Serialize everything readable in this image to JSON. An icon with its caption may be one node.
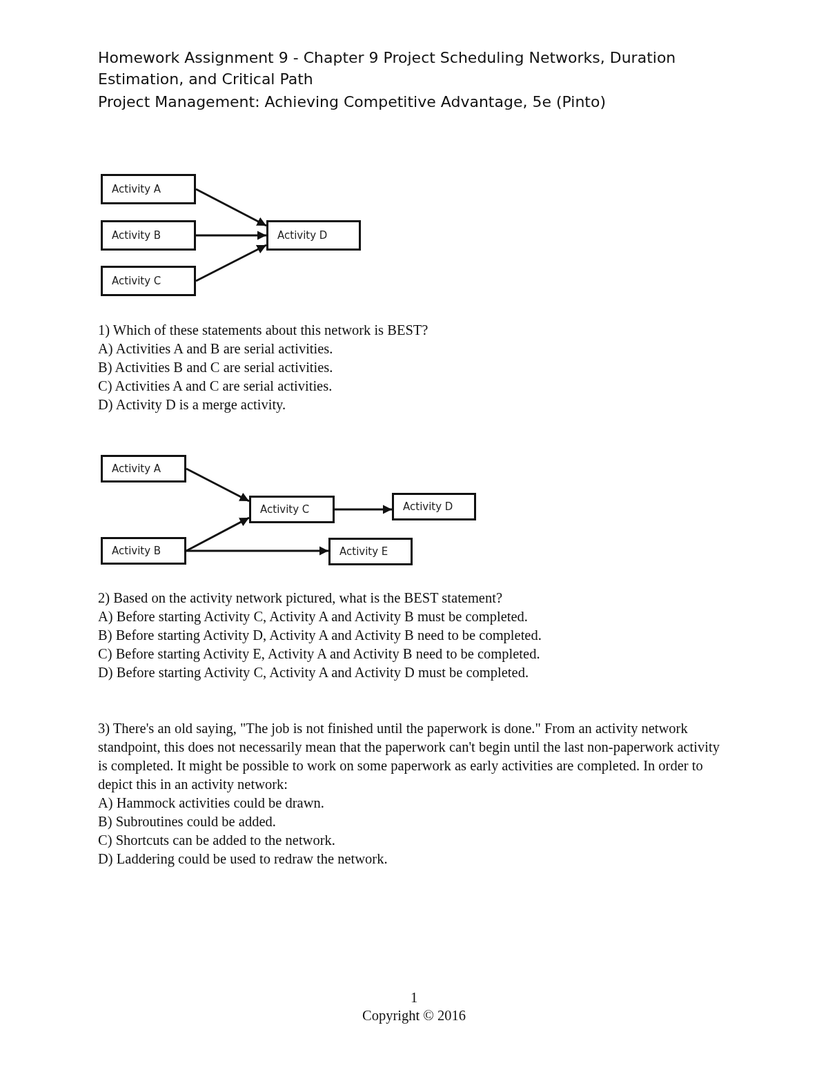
{
  "diagram": {
    "title": "Homework Assignment 9 - Chapter 9 Project Scheduling Networks, Duration Estimation, and Critical Path",
    "nodes": [
      {
        "text": [
          "Activity A"
        ]
      },
      {
        "text": [
          "Activity B"
        ]
      },
      {
        "text": [
          "Activity C"
        ]
      },
      {
        "text": [
          "Activity D"
        ]
      },
      {
        "text": [
          "Activity A"
        ]
      },
      {
        "text": [
          "Activity B"
        ]
      },
      {
        "text": [
          "Activity C"
        ]
      },
      {
        "text": [
          "Activity D"
        ]
      },
      {
        "text": [
          "Activity E"
        ]
      }
    ],
    "edges": [
      {
        "from": 0,
        "to": 3,
        "arrow": "to"
      },
      {
        "from": 1,
        "to": 3,
        "arrow": "to"
      },
      {
        "from": 2,
        "to": 3,
        "arrow": "to"
      },
      {
        "from": 4,
        "to": 6,
        "arrow": "to"
      },
      {
        "from": 5,
        "to": 6,
        "arrow": "to"
      },
      {
        "from": 6,
        "to": 7,
        "arrow": "to"
      },
      {
        "from": 5,
        "to": 8,
        "arrow": "to"
      }
    ],
    "labels": [
      "Project Management: Achieving Competitive Advantage, 5e (Pinto)",
      "1) Which of these statements about this network is BEST?",
      "A) Activities A and B are serial activities.",
      "B) Activities B and C are serial activities.",
      "C) Activities A and C are serial activities.",
      "D) Activity D is a merge activity.",
      "2) Based on the activity network pictured, what is the BEST statement?",
      "A) Before starting Activity C, Activity A and Activity B must be completed.",
      "B) Before starting Activity D, Activity A and Activity B need to be completed.",
      "C) Before starting Activity E, Activity A and Activity B need to be completed.",
      "D) Before starting Activity C, Activity A and Activity D must be completed.",
      "3) There's an old saying, \"The job is not finished until the paperwork is done.\" From an activity network standpoint, this does not necessarily mean that the paperwork can't begin until the last non-paperwork activity is completed. It might be possible to work on some paperwork as early activities are completed. In order to depict this in an activity network:",
      "A) Hammock activities could be drawn.",
      "B) Subroutines could be added.",
      "C) Shortcuts can be added to the network.",
      "D) Laddering could be used to redraw the network.",
      "1",
      "Copyright © 2016"
    ]
  }
}
